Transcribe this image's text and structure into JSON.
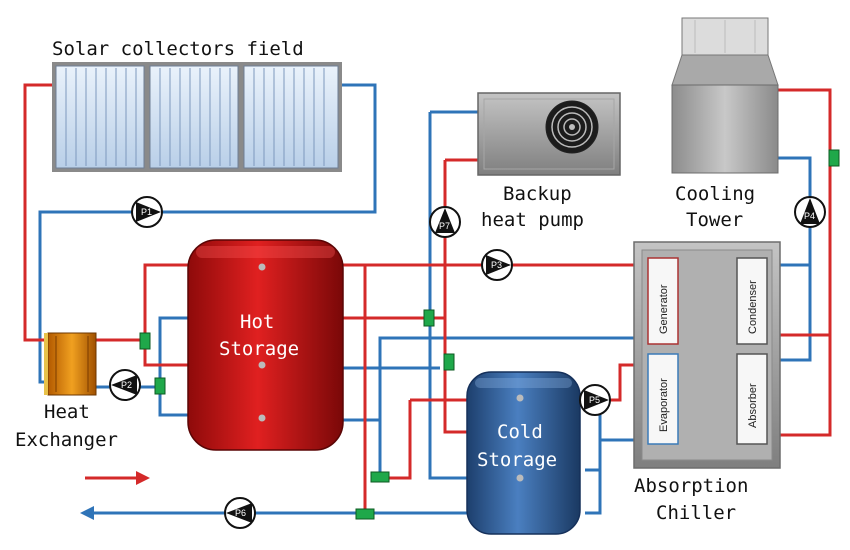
{
  "labels": {
    "solar_field": "Solar collectors field",
    "backup_line1": "Backup",
    "backup_line2": "heat pump",
    "cooling_line1": "Cooling",
    "cooling_line2": "Tower",
    "hot_line1": "Hot",
    "hot_line2": "Storage",
    "cold_line1": "Cold",
    "cold_line2": "Storage",
    "hx_line1": "Heat",
    "hx_line2": "Exchanger",
    "chiller_line1": "Absorption",
    "chiller_line2": "Chiller"
  },
  "chiller_components": {
    "generator": "Generator",
    "evaporator": "Evaporator",
    "condenser": "Condenser",
    "absorber": "Absorber"
  },
  "pumps": {
    "p1": "P1",
    "p2": "P2",
    "p3": "P3",
    "p4": "P4",
    "p5": "P5",
    "p6": "P6",
    "p7": "P7"
  },
  "colors": {
    "hot_pipe": "#d42a2a",
    "cold_pipe": "#2f74b8",
    "valve": "#1fa84a",
    "hot_tank": "#c71414",
    "cold_tank": "#2a5a94",
    "chiller": "#9a9a9a"
  }
}
